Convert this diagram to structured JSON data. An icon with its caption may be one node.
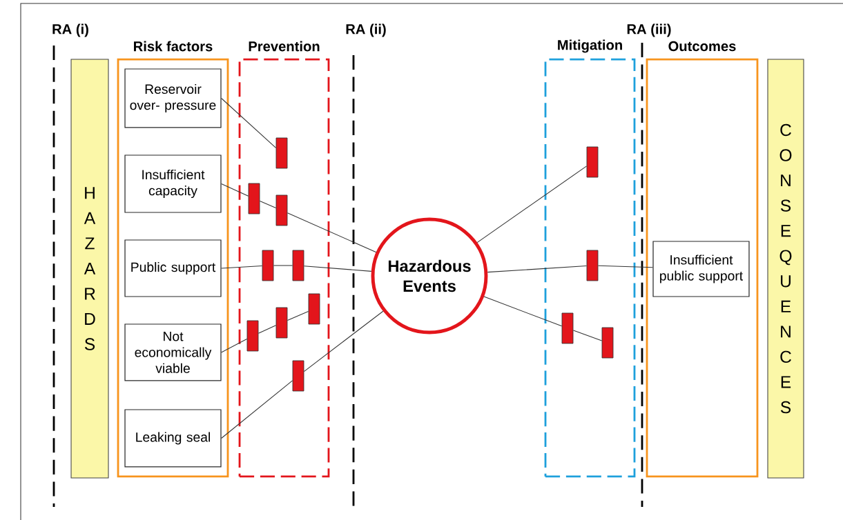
{
  "diagram": {
    "nodes": [
      {
        "text": [
          "HAZARDS"
        ]
      },
      {
        "text": [
          "Risk factors"
        ]
      },
      {
        "text": [
          "Reservoir over- pressure"
        ],
        "in": 1
      },
      {
        "text": [
          "Insufficient capacity"
        ],
        "in": 1
      },
      {
        "text": [
          "Public support"
        ],
        "in": 1
      },
      {
        "text": [
          "Not economically viable"
        ],
        "in": 1
      },
      {
        "text": [
          "Leaking seal"
        ],
        "in": 1
      },
      {
        "text": [
          "Prevention"
        ]
      },
      {
        "text": [],
        "shape": "bar",
        "in": 7
      },
      {
        "text": [],
        "shape": "bar",
        "in": 7
      },
      {
        "text": [],
        "shape": "bar",
        "in": 7
      },
      {
        "text": [],
        "shape": "bar",
        "in": 7
      },
      {
        "text": [],
        "shape": "bar",
        "in": 7
      },
      {
        "text": [],
        "shape": "bar",
        "in": 7
      },
      {
        "text": [],
        "shape": "bar",
        "in": 7
      },
      {
        "text": [],
        "shape": "bar",
        "in": 7
      },
      {
        "text": [],
        "shape": "bar",
        "in": 7
      },
      {
        "text": [
          "Hazardous Events"
        ]
      },
      {
        "text": [
          "Mitigation"
        ]
      },
      {
        "text": [],
        "shape": "bar",
        "in": 18
      },
      {
        "text": [],
        "shape": "bar",
        "in": 18
      },
      {
        "text": [],
        "shape": "bar",
        "in": 18
      },
      {
        "text": [],
        "shape": "bar",
        "in": 18
      },
      {
        "text": [
          "Outcomes"
        ]
      },
      {
        "text": [
          "Insufficient public support"
        ],
        "in": 23
      },
      {
        "text": [
          "CONSEQUENCES"
        ]
      }
    ],
    "edges": [
      {
        "from": 2,
        "to": 8,
        "arrow": "none"
      },
      {
        "from": 3,
        "to": 9,
        "arrow": "none"
      },
      {
        "from": 9,
        "to": 10,
        "arrow": "none"
      },
      {
        "from": 10,
        "to": 17,
        "arrow": "none"
      },
      {
        "from": 4,
        "to": 11,
        "arrow": "none"
      },
      {
        "from": 11,
        "to": 12,
        "arrow": "none"
      },
      {
        "from": 12,
        "to": 17,
        "arrow": "none"
      },
      {
        "from": 5,
        "to": 15,
        "arrow": "none"
      },
      {
        "from": 15,
        "to": 14,
        "arrow": "none"
      },
      {
        "from": 14,
        "to": 13,
        "arrow": "none"
      },
      {
        "from": 6,
        "to": 16,
        "arrow": "none"
      },
      {
        "from": 16,
        "to": 17,
        "arrow": "none"
      },
      {
        "from": 17,
        "to": 19,
        "arrow": "none"
      },
      {
        "from": 17,
        "to": 20,
        "arrow": "none"
      },
      {
        "from": 20,
        "to": 24,
        "arrow": "none"
      },
      {
        "from": 17,
        "to": 21,
        "arrow": "none"
      },
      {
        "from": 21,
        "to": 22,
        "arrow": "none"
      }
    ],
    "labels": [
      "RA (i)",
      "RA (ii)",
      "RA (iii)"
    ]
  }
}
